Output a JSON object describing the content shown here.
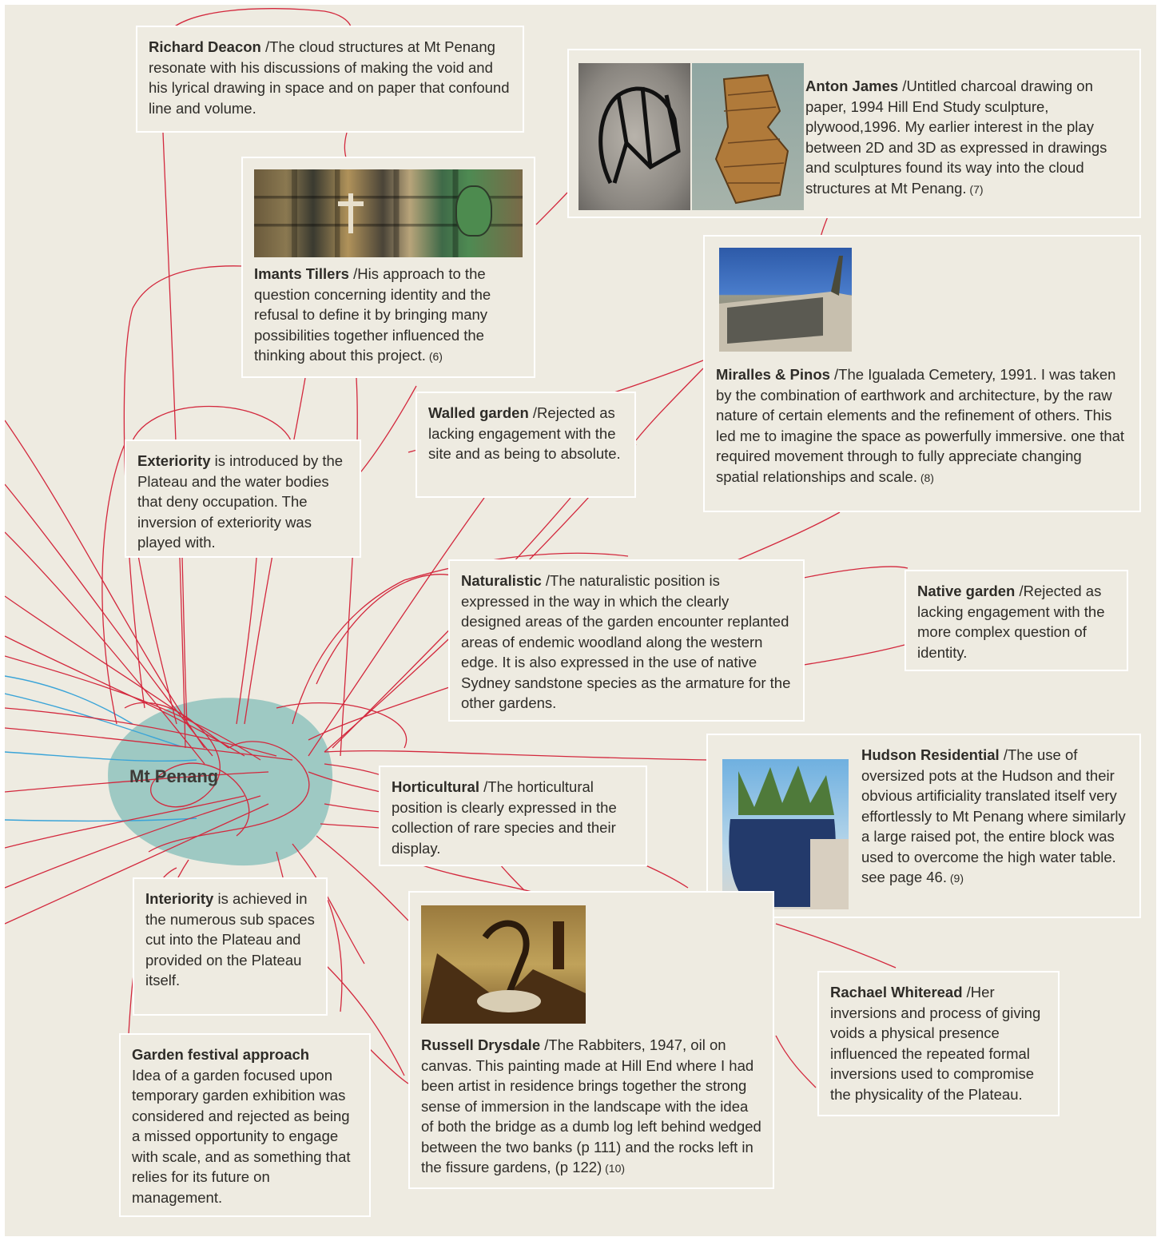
{
  "hub": {
    "label": "Mt Penang",
    "color": "#9ec9c3"
  },
  "colors": {
    "background": "#eeebe1",
    "line_red": "#d3283d",
    "line_blue": "#3aa4d8",
    "box_border": "#ffffff"
  },
  "nodes": {
    "richard_deacon": {
      "name": "Richard Deacon",
      "text": " /The cloud structures at Mt Penang resonate with his discussions of making the void and his lyrical drawing in space and on paper that confound line and volume."
    },
    "anton_james": {
      "name": "Anton James",
      "text": " /Untitled charcoal drawing on paper, 1994 Hill End Study sculpture, plywood,1996. My earlier interest in the play between 2D and 3D as expressed in drawings and sculptures found its way into the cloud structures at Mt Penang.",
      "ref": " (7)"
    },
    "imants_tillers": {
      "name": "Imants Tillers",
      "text": " /His approach to the question concerning identity and the refusal to define it by bringing many possibilities together influenced the thinking about this project.",
      "ref": " (6)"
    },
    "miralles_pinos": {
      "name": "Miralles & Pinos",
      "text": " /The Igualada  Cemetery, 1991. I was taken by the combination of earthwork and architecture, by the raw nature of certain elements and the refinement of others. This led me to imagine the space as powerfully immersive. one that required movement through to fully appreciate changing spatial relationships and scale.",
      "ref": " (8)"
    },
    "walled_garden": {
      "name": "Walled garden",
      "text": " /Rejected as lacking engagement with the site and as being to absolute."
    },
    "exteriority": {
      "name": "Exteriority",
      "text": " is introduced by the Plateau and the water bodies that deny occupation. The inversion of exteriority was played with."
    },
    "naturalistic": {
      "name": "Naturalistic",
      "text": " /The naturalistic position is expressed in the way in which the clearly designed areas of the garden encounter replanted areas of endemic woodland along the western edge. It is also expressed in the use of native Sydney sandstone species as the armature for the other gardens."
    },
    "native_garden": {
      "name": "Native garden",
      "text": " /Rejected as lacking engagement with the more complex question of identity."
    },
    "horticultural": {
      "name": "Horticultural",
      "text": " /The horticultural position is clearly expressed in the collection of rare species and their display."
    },
    "hudson_residential": {
      "name": "Hudson Residential",
      "text": " /The use of oversized pots at the Hudson and their obvious artificiality translated itself very effortlessly to Mt Penang where similarly a large raised pot, the entire block was used to overcome the high water table. see page 46.",
      "ref": " (9)"
    },
    "interiority": {
      "name": "Interiority",
      "text": " is achieved in the numerous sub spaces cut into the Plateau and provided on the Plateau itself."
    },
    "russell_drysdale": {
      "name": "Russell Drysdale",
      "text": " /The Rabbiters, 1947, oil on canvas. This painting made at Hill End where I had been artist in residence brings together the strong sense of immersion in the landscape with the idea of both the bridge as a dumb log left behind wedged between the two banks (p 111) and the rocks left in the fissure gardens, (p 122)",
      "ref": " (10)"
    },
    "rachael_whiteread": {
      "name": "Rachael Whiteread",
      "text": " /Her inversions and process of giving voids a physical presence influenced the  repeated formal inversions used to compromise the physicality of the Plateau."
    },
    "garden_festival": {
      "name": "Garden festival approach",
      "text": "Idea of a garden focused upon temporary garden exhibition was considered and rejected as being a missed opportunity to engage with scale, and as something that relies for its future on management."
    }
  }
}
